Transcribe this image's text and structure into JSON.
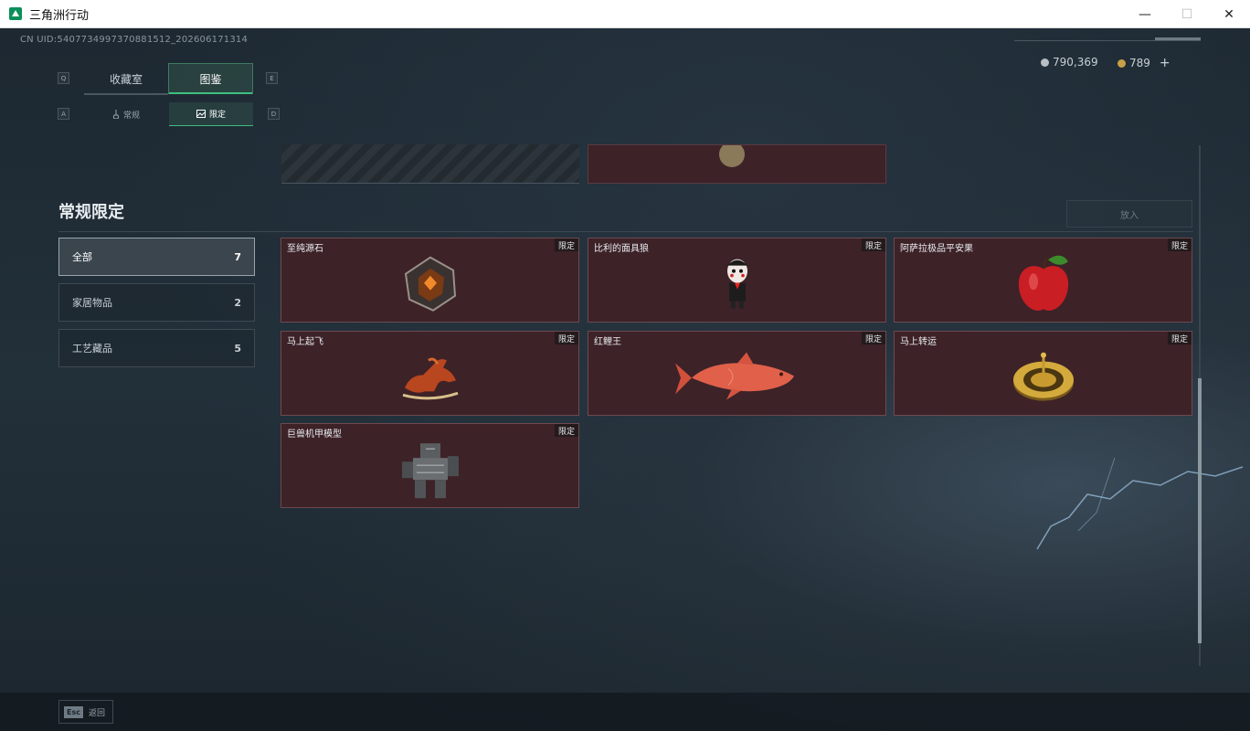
{
  "window": {
    "title": "三角洲行动",
    "minimize": "—",
    "maximize": "☐",
    "close": "✕"
  },
  "uid": "CN UID:5407734997370881512_202606171314",
  "keys": {
    "q": "Q",
    "e": "E",
    "a": "A",
    "d": "D"
  },
  "tabs": [
    {
      "label": "收藏室",
      "active": false
    },
    {
      "label": "图鉴",
      "active": true
    }
  ],
  "subtabs": [
    {
      "label": "常规",
      "icon": "guitar-icon",
      "active": false
    },
    {
      "label": "限定",
      "icon": "picture-icon",
      "active": true
    }
  ],
  "currency": {
    "silver": "790,369",
    "gold": "789",
    "add": "+"
  },
  "section": {
    "title": "常规限定",
    "put_button": "放入"
  },
  "categories": [
    {
      "label": "全部",
      "count": "7",
      "active": true
    },
    {
      "label": "家居物品",
      "count": "2",
      "active": false
    },
    {
      "label": "工艺藏品",
      "count": "5",
      "active": false
    }
  ],
  "items": [
    {
      "name": "至纯源石",
      "badge": "限定",
      "icon": "crystal-stone-icon"
    },
    {
      "name": "比利的面具狼",
      "badge": "限定",
      "icon": "puppet-doll-icon"
    },
    {
      "name": "阿萨拉极品平安果",
      "badge": "限定",
      "icon": "red-apple-icon"
    },
    {
      "name": "马上起飞",
      "badge": "限定",
      "icon": "horse-figurine-icon"
    },
    {
      "name": "红鲤王",
      "badge": "限定",
      "icon": "koi-fish-icon"
    },
    {
      "name": "马上转运",
      "badge": "限定",
      "icon": "golden-compass-icon"
    },
    {
      "name": "巨兽机甲模型",
      "badge": "限定",
      "icon": "mech-model-icon"
    }
  ],
  "footer": {
    "esc_key": "Esc",
    "back_label": "返回"
  },
  "colors": {
    "accent_green": "#3fbf7f",
    "card_bg": "#3d2228",
    "card_border": "#6b4a50"
  }
}
